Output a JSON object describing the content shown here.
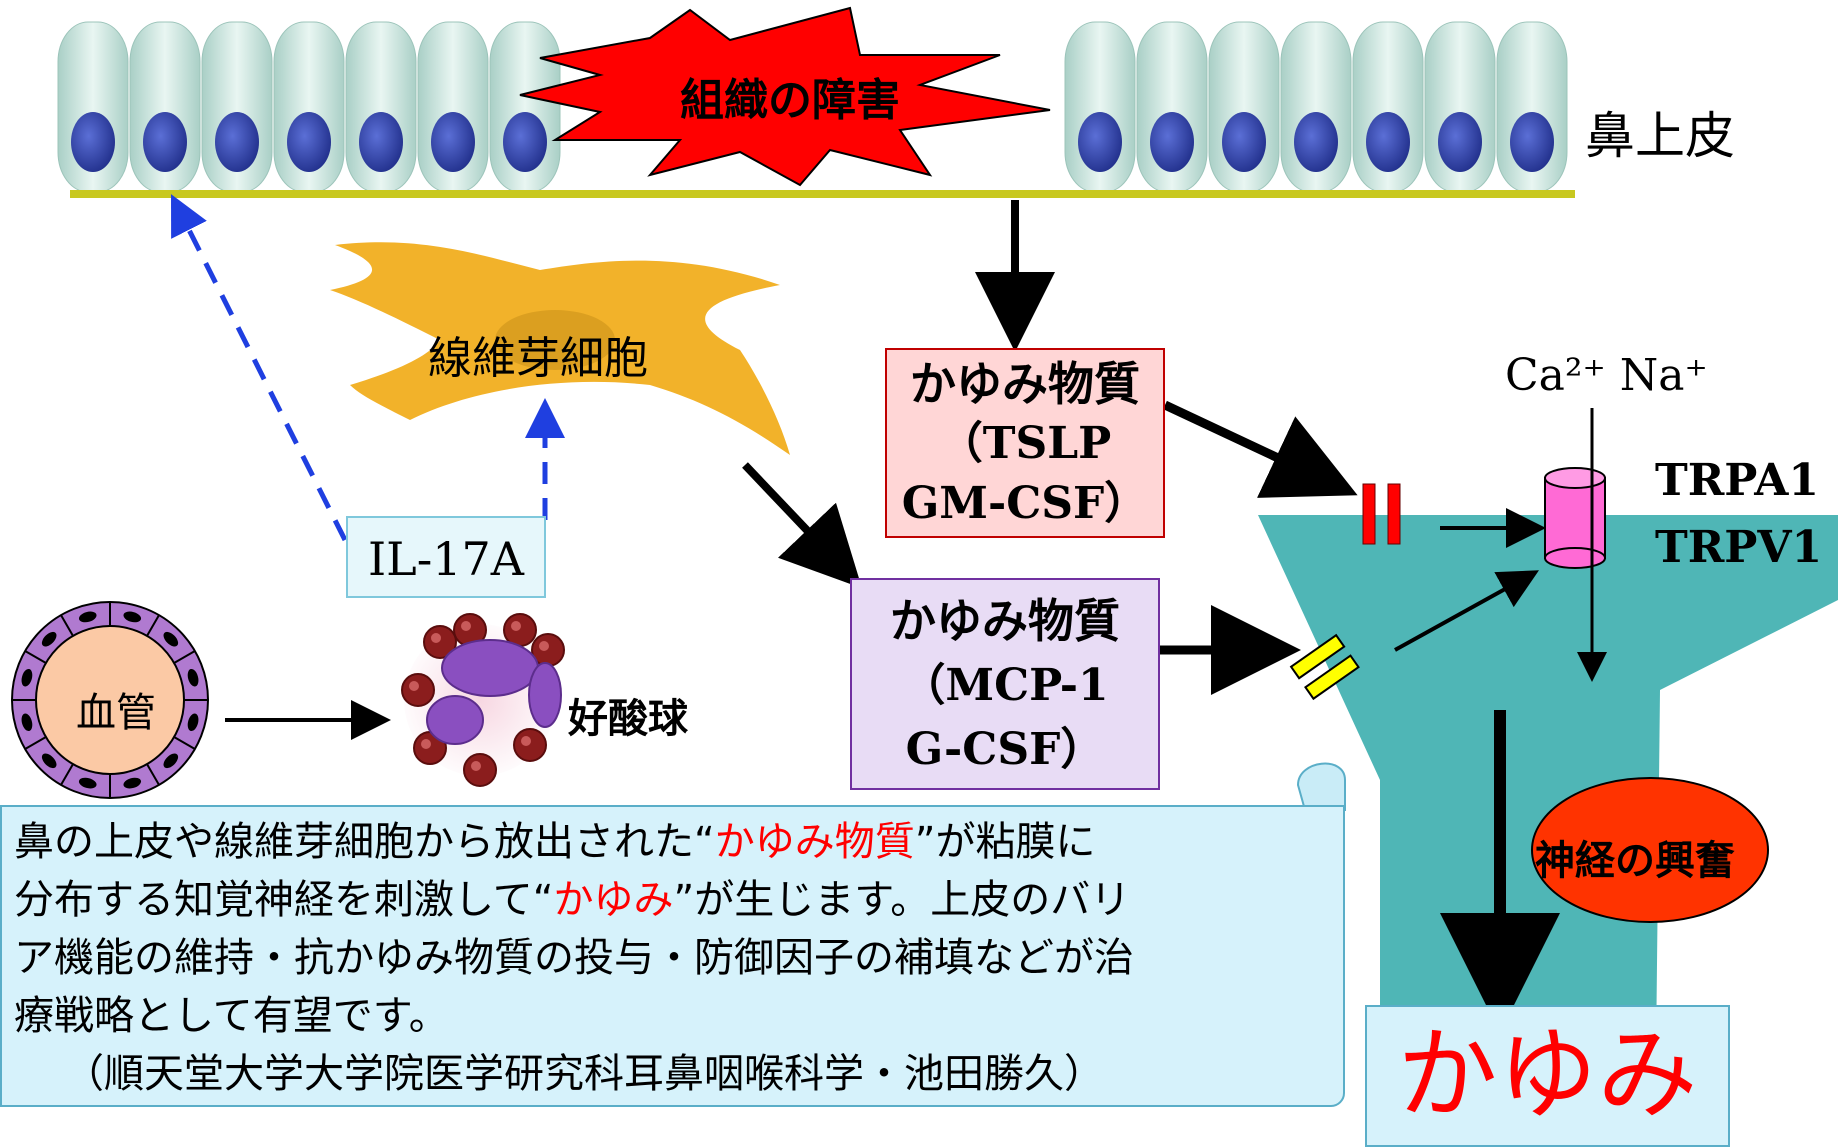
{
  "labels": {
    "injury": "組織の障害",
    "epithelium": "鼻上皮",
    "fibroblast": "線維芽細胞",
    "il17a": "IL-17A",
    "vessel": "血管",
    "eosinophil": "好酸球",
    "ions": "Ca²⁺ Na⁺",
    "trpa1": "TRPA1",
    "trpv1": "TRPV1",
    "nerve_excitation": "神経の興奮",
    "itch": "かゆみ"
  },
  "itch_box1": {
    "title": "かゆみ物質",
    "line2": "（TSLP",
    "line3": "GM-CSF）",
    "bg": "#ffd6d6",
    "border": "#c00000"
  },
  "itch_box2": {
    "title": "かゆみ物質",
    "line2": "（MCP-1",
    "line3": "G-CSF）",
    "bg": "#e8dcf5",
    "border": "#7030a0"
  },
  "note": {
    "line1_a": "鼻の上皮や線維芽細胞から放出された“",
    "line1_b": "かゆみ物質",
    "line1_c": "”が粘膜に",
    "line2_a": "分布する知覚神経を刺激して“",
    "line2_b": "かゆみ",
    "line2_c": "”が生じます。上皮のバリ",
    "line3": "ア機能の維持・抗かゆみ物質の投与・防御因子の補填などが治",
    "line4": "療戦略として有望です。",
    "credit": "（順天堂大学大学院医学研究科耳鼻咽喉科学・池田勝久）"
  },
  "colors": {
    "epithelium_cell": "#cfe7e0",
    "nucleus": "#2b3f9e",
    "basement": "#c8c820",
    "fibroblast": "#f2b22a",
    "nerve": "#4fb6b6",
    "channel": "#ff6ad5",
    "excitation": "#ff3300",
    "itch_text": "#ff0000",
    "note_bg": "#d6f2fb",
    "dashed_arrow": "#1f3fe0"
  }
}
